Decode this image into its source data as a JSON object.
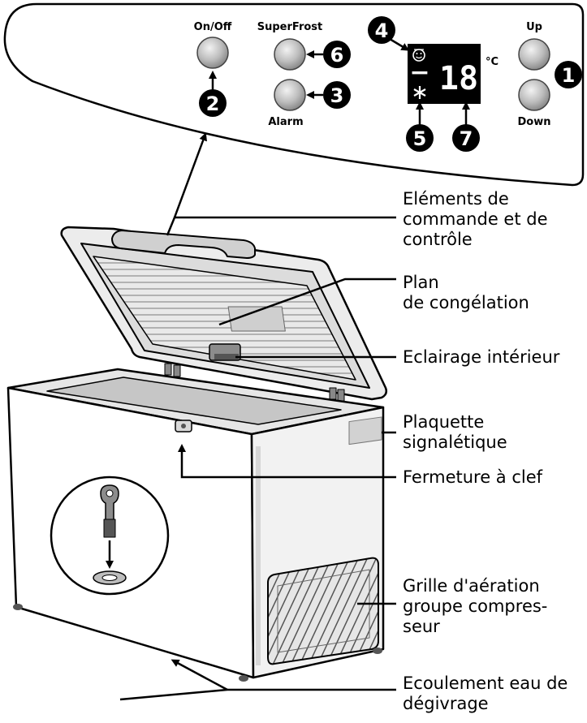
{
  "panel": {
    "buttons": {
      "on_off": "On/Off",
      "superfrost": "SuperFrost",
      "alarm": "Alarm",
      "up": "Up",
      "down": "Down"
    },
    "display": {
      "temperature": "18",
      "minus": "−",
      "unit": "°C"
    },
    "callouts": {
      "n1": "1",
      "n2": "2",
      "n3": "3",
      "n4": "4",
      "n5": "5",
      "n6": "6",
      "n7": "7"
    }
  },
  "labels": {
    "controls": [
      "Eléments de",
      "commande et de",
      "contrôle"
    ],
    "freezing_plate": [
      "Plan",
      "de congélation"
    ],
    "interior_light": [
      "Eclairage intérieur"
    ],
    "rating_plate": [
      "Plaquette",
      "signalétique"
    ],
    "lock": [
      "Fermeture à clef"
    ],
    "vent_grille": [
      "Grille d'aération",
      "groupe compres-",
      "seur"
    ],
    "drain": [
      "Ecoulement eau de",
      "dégivrage"
    ]
  },
  "colors": {
    "ink": "#000000",
    "button_grey": "#bdbdbd",
    "display_bg": "#000000",
    "body_grey": "#cfcfcf"
  }
}
